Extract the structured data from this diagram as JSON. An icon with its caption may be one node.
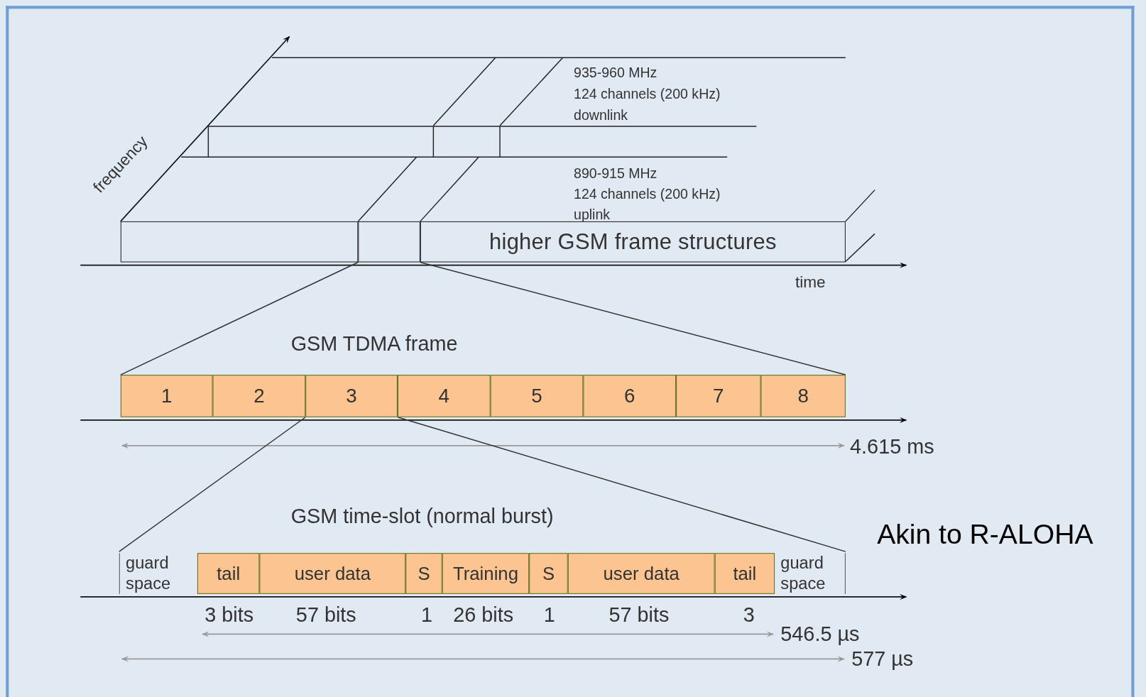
{
  "diagram": {
    "nodes": [
      {
        "text": [],
        "shape": "box"
      },
      {
        "text": [],
        "shape": "box"
      },
      {
        "text": [
          "higher GSM frame structures"
        ]
      },
      {
        "text": [],
        "shape": "box",
        "beside": [
          "GSM TDMA frame"
        ]
      },
      {
        "text": [
          "1"
        ],
        "in": 3
      },
      {
        "text": [
          "2"
        ],
        "in": 3
      },
      {
        "text": [
          "3"
        ],
        "in": 3
      },
      {
        "text": [
          "4"
        ],
        "in": 3
      },
      {
        "text": [
          "5"
        ],
        "in": 3
      },
      {
        "text": [
          "6"
        ],
        "in": 3
      },
      {
        "text": [
          "7"
        ],
        "in": 3
      },
      {
        "text": [
          "8"
        ],
        "in": 3
      },
      {
        "text": [],
        "shape": "box",
        "beside": [
          "GSM time-slot (normal burst)"
        ]
      },
      {
        "text": [
          "guard space"
        ],
        "in": 12
      },
      {
        "text": [
          "tail"
        ],
        "in": 12
      },
      {
        "text": [
          "user data"
        ],
        "in": 12
      },
      {
        "text": [
          "S"
        ],
        "in": 12
      },
      {
        "text": [
          "Training"
        ],
        "in": 12
      },
      {
        "text": [
          "S"
        ],
        "in": 12
      },
      {
        "text": [
          "user data"
        ],
        "in": 12
      },
      {
        "text": [
          "tail"
        ],
        "in": 12
      },
      {
        "text": [
          "guard space"
        ],
        "in": 12
      }
    ],
    "edges": [
      {
        "from": 1,
        "to": 3,
        "arrow": "none"
      },
      {
        "from": 1,
        "to": 3,
        "arrow": "none"
      },
      {
        "from": 6,
        "to": 12,
        "arrow": "none"
      },
      {
        "from": 6,
        "to": 12,
        "arrow": "none"
      }
    ],
    "labels": [
      "frequency",
      "935-960 MHz",
      "124 channels (200 kHz)",
      "downlink",
      "890-915 MHz",
      "124 channels (200 kHz)",
      "uplink",
      "time",
      "4.615 ms",
      "Akin to R-ALOHA",
      "3 bits",
      "57 bits",
      "1",
      "26 bits",
      "1",
      "57 bits",
      "3",
      "546.5 µs",
      "577 µs"
    ]
  }
}
